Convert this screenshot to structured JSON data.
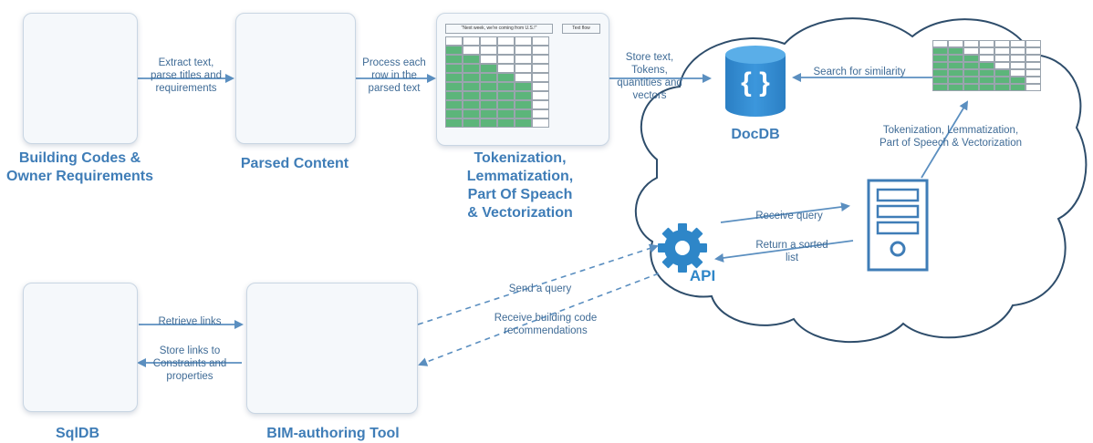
{
  "nodes": {
    "building_codes": "Building Codes &\nOwner Requirements",
    "parsed_content": "Parsed Content",
    "tokenization": "Tokenization,\nLemmatization,\nPart Of Speach\n& Vectorization",
    "docdb": "DocDB",
    "api": "API",
    "sqldb": "SqlDB",
    "bim_tool": "BIM-authoring Tool"
  },
  "edges": {
    "extract": "Extract text,\nparse titles and\nrequirements",
    "process": "Process each\nrow in the\nparsed text",
    "store": "Store text,\nTokens,\nquantities and\nvectors",
    "search": "Search for similarity",
    "tokenize2": "Tokenization, Lemmatization,\nPart of Speech & Vectorization",
    "receive_query": "Receive query",
    "return_sorted": "Return a sorted\nlist",
    "send_query": "Send a query",
    "receive_recs": "Receive building code\nrecommendations",
    "retrieve_links": "Retrieve links",
    "store_links": "Store links to\nConstraints and\nproperties"
  },
  "table_preview": {
    "header": "\"Next week, we're coming from U.S.!\"",
    "side": "Text flow"
  },
  "colors": {
    "accent": "#3f7db7",
    "cloud_stroke": "#2e4d6b",
    "line": "#5b8fc0",
    "token_green": "#5cb57a"
  },
  "icons": [
    "books-icon",
    "spreadsheet-document-icon",
    "database-json-icon",
    "api-gear-icon",
    "server-icon",
    "database-icon",
    "monitor-icon"
  ]
}
